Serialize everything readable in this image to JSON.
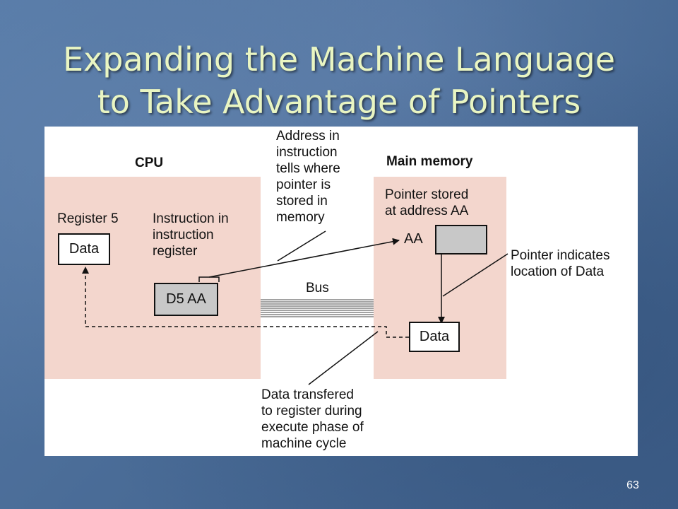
{
  "slide": {
    "title_line1": "Expanding the Machine Language",
    "title_line2": "to Take Advantage of Pointers",
    "page_number": "63"
  },
  "diagram": {
    "cpu_heading": "CPU",
    "memory_heading": "Main memory",
    "register_label": "Register 5",
    "register_value": "Data",
    "instruction_label": "Instruction in\ninstruction\nregister",
    "instruction_value": "D5 AA",
    "bus_label": "Bus",
    "pointer_stored_label": "Pointer stored\nat address AA",
    "address_label": "AA",
    "memory_data_value": "Data",
    "callout_address": "Address in\ninstruction\ntells where\npointer is\nstored in\nmemory",
    "callout_pointer": "Pointer indicates\nlocation of Data",
    "callout_transfer": "Data transfered\nto register during\nexecute phase of\nmachine cycle"
  }
}
